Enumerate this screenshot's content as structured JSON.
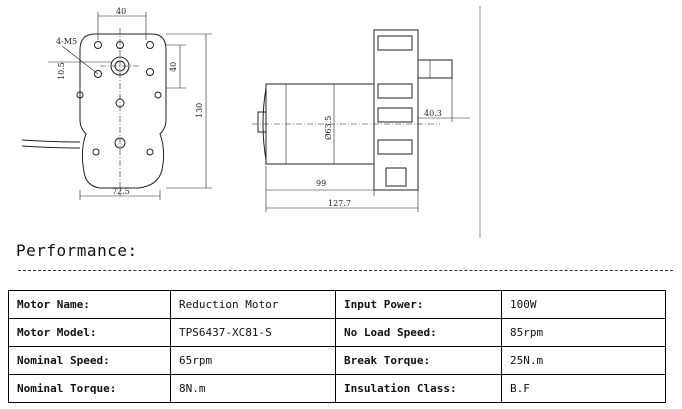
{
  "drawing": {
    "front_view": {
      "width_top": "40",
      "hole_label": "4-M5",
      "offset": "10.5",
      "side_height": "40",
      "total_height": "130",
      "base_width": "72.5"
    },
    "side_view": {
      "diameter": "Ø63.5",
      "shaft": "40.3",
      "body_length": "99",
      "total_length": "127.7"
    }
  },
  "performance": {
    "title": "Performance:",
    "rows": [
      {
        "k1": "Motor Name:",
        "v1": "Reduction Motor",
        "k2": "Input Power:",
        "v2": "100W"
      },
      {
        "k1": "Motor Model:",
        "v1": "TPS6437-XC81-S",
        "k2": "No Load Speed:",
        "v2": "85rpm"
      },
      {
        "k1": "Nominal Speed:",
        "v1": "65rpm",
        "k2": "Break Torque:",
        "v2": "25N.m"
      },
      {
        "k1": "Nominal Torque:",
        "v1": "8N.m",
        "k2": "Insulation Class:",
        "v2": "B.F"
      }
    ]
  }
}
